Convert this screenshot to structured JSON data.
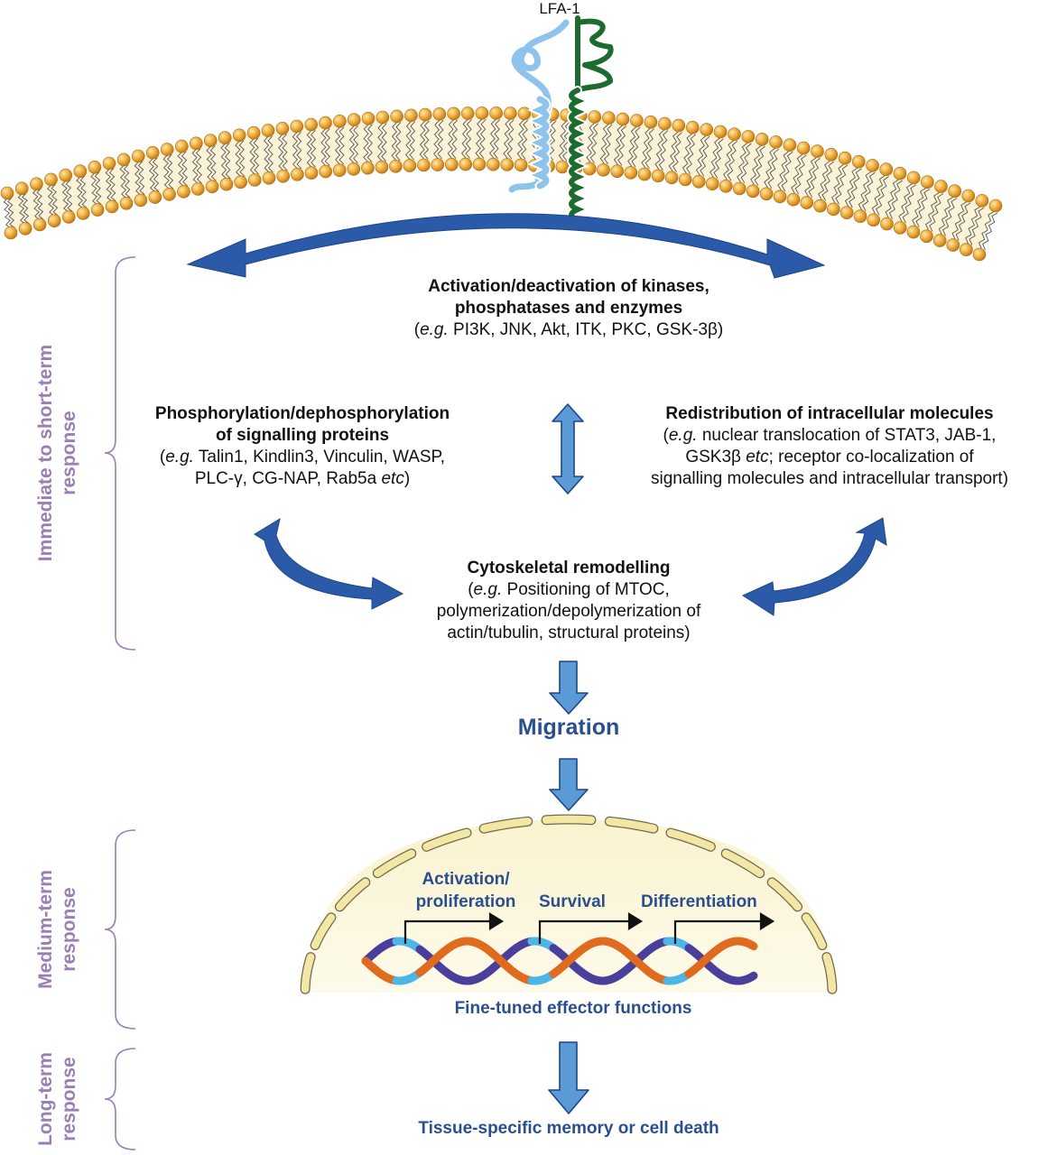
{
  "receptor": {
    "label": "LFA-1"
  },
  "kinases": {
    "line1": "Activation/deactivation of kinases,",
    "line2": "phosphatases and enzymes",
    "eg": "e.g.",
    "examples": " PI3K, JNK, Akt, ITK, PKC, GSK-3β)"
  },
  "phospho": {
    "line1": "Phosphorylation/dephosphorylation",
    "line2": "of signalling proteins",
    "eg": "e.g.",
    "examples1": " Talin1, Kindlin3, Vinculin, WASP,",
    "examples2": "PLC-γ, CG-NAP, Rab5a ",
    "etc": "etc",
    "close": ")"
  },
  "redistribution": {
    "line1": "Redistribution of intracellular molecules",
    "eg": "e.g.",
    "examples1": " nuclear translocation of STAT3, JAB-1,",
    "examples2a": "GSK3β ",
    "etc": "etc",
    "examples2b": "; receptor co-localization of",
    "examples3": "signalling molecules and intracellular transport)"
  },
  "cytoskeletal": {
    "line1": "Cytoskeletal remodelling",
    "eg": "e.g.",
    "examples1": " Positioning of MTOC,",
    "examples2": "polymerization/depolymerization of",
    "examples3": "actin/tubulin, structural proteins)"
  },
  "migration": "Migration",
  "genes": {
    "activation1": "Activation/",
    "activation2": "proliferation",
    "survival": "Survival",
    "differentiation": "Differentiation"
  },
  "effector": "Fine-tuned effector functions",
  "tissue": "Tissue-specific memory or cell death",
  "responses": {
    "immediate1": "Immediate to short-term",
    "immediate2": "response",
    "medium1": "Medium-term",
    "medium2": "response",
    "long1": "Long-term",
    "long2": "response"
  },
  "colors": {
    "dark_blue_arrow": "#2b5aa8",
    "light_blue_arrow": "#5b9bd5",
    "bracket": "#9a7fb5",
    "lipid_head": "#e8a22e",
    "membrane_fill": "#fbf3d8",
    "nucleus": "#f7f0c6",
    "dna_orange": "#e06a1e",
    "dna_purple": "#4a3f9a",
    "dna_cyan": "#4db6e8",
    "lfa_light": "#8ec4ec",
    "lfa_dark": "#1d6b2f"
  }
}
